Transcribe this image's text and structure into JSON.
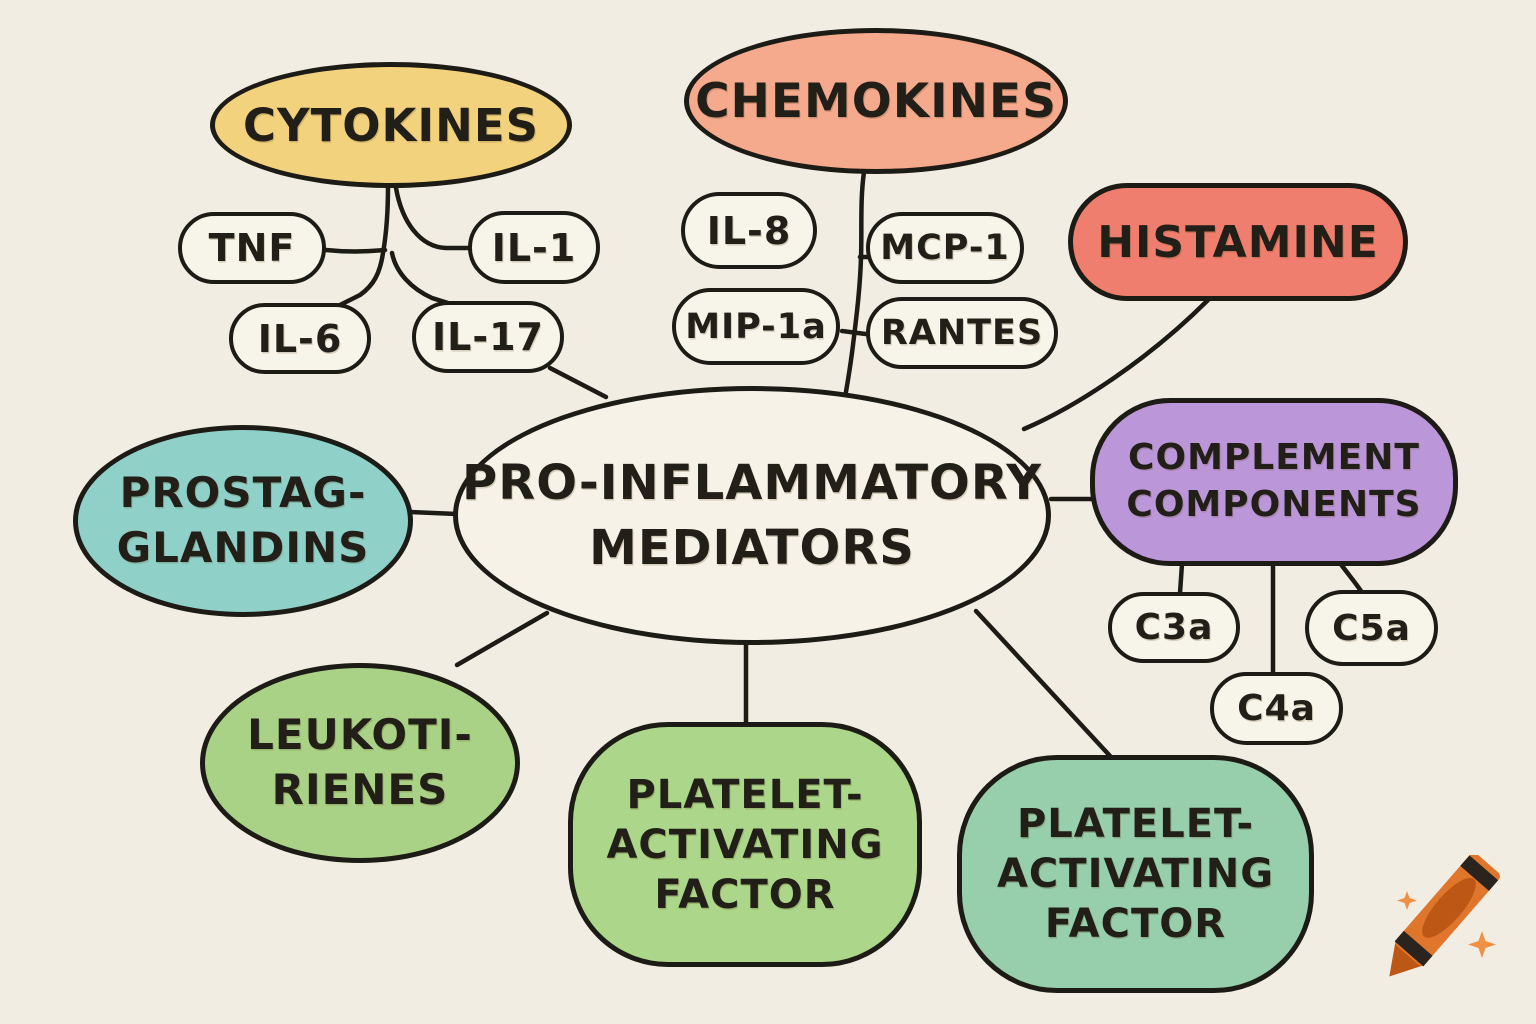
{
  "palette": {
    "background": "#F2EDE2",
    "outline": "#1D1B15",
    "text": "#221F18",
    "pill_fill": "#F7F4EA"
  },
  "nodes": {
    "center": {
      "label": "PRO-INFLAMMATORY\nMEDIATORS",
      "color": "#F6F2E8"
    },
    "cytokines": {
      "label": "CYTOKINES",
      "color": "#F3D27E"
    },
    "tnf": {
      "label": "TNF",
      "color": "#F7F4EA"
    },
    "il1": {
      "label": "IL-1",
      "color": "#F7F4EA"
    },
    "il6": {
      "label": "IL-6",
      "color": "#F7F4EA"
    },
    "il17": {
      "label": "IL-17",
      "color": "#F7F4EA"
    },
    "chemokines": {
      "label": "CHEMOKINES",
      "color": "#F5A98D"
    },
    "il8": {
      "label": "IL-8",
      "color": "#F7F4EA"
    },
    "mcp1": {
      "label": "MCP-1",
      "color": "#F7F4EA"
    },
    "mip1a": {
      "label": "MIP-1a",
      "color": "#F7F4EA"
    },
    "rantes": {
      "label": "RANTES",
      "color": "#F7F4EA"
    },
    "histamine": {
      "label": "HISTAMINE",
      "color": "#F07E6E"
    },
    "complement": {
      "label": "COMPLEMENT\nCOMPONENTS",
      "color": "#BB96D8"
    },
    "c3a": {
      "label": "C3a",
      "color": "#F7F4EA"
    },
    "c5a": {
      "label": "C5a",
      "color": "#F7F4EA"
    },
    "c4a": {
      "label": "C4a",
      "color": "#F7F4EA"
    },
    "prostaglandins": {
      "label": "PROSTAG-\nGLANDINS",
      "color": "#8FD0C8"
    },
    "leukotirienes": {
      "label": "LEUKOTI-\nRIENES",
      "color": "#A9D287"
    },
    "paf_mid": {
      "label": "PLATELET-\nACTIVATING\nFACTOR",
      "color": "#ACD78A"
    },
    "paf_right": {
      "label": "PLATELET-\nACTIVATING\nFACTOR",
      "color": "#97CEAC"
    }
  },
  "edges": [
    [
      "cytokines",
      "tnf"
    ],
    [
      "cytokines",
      "il1"
    ],
    [
      "cytokines",
      "il6"
    ],
    [
      "cytokines",
      "il17"
    ],
    [
      "il17",
      "center"
    ],
    [
      "chemokines",
      "mcp1"
    ],
    [
      "chemokines",
      "mip1a"
    ],
    [
      "chemokines",
      "rantes"
    ],
    [
      "chemokines",
      "center"
    ],
    [
      "histamine",
      "center"
    ],
    [
      "prostaglandins",
      "center"
    ],
    [
      "center",
      "complement"
    ],
    [
      "complement",
      "c3a"
    ],
    [
      "complement",
      "c4a"
    ],
    [
      "complement",
      "c5a"
    ],
    [
      "center",
      "leukotirienes"
    ],
    [
      "center",
      "paf_mid"
    ],
    [
      "center",
      "paf_right"
    ]
  ],
  "watermark": {
    "icon": "crayon-icon",
    "crayon_body_color": "#E0762B",
    "crayon_dark_color": "#BC5716",
    "stripe_color": "#2B241E",
    "sparkle_color": "#F09045"
  }
}
